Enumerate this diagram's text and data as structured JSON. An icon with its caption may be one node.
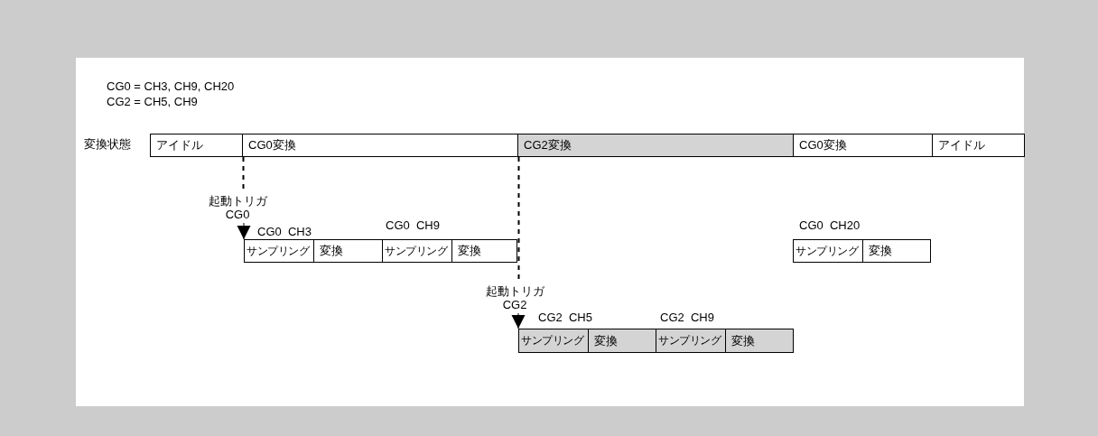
{
  "diagram": {
    "nodes": [
      {
        "text": [
          "アイドル"
        ]
      },
      {
        "text": [
          "CG0変換"
        ]
      },
      {
        "text": [
          "CG2変換"
        ]
      },
      {
        "text": [
          "CG0変換"
        ]
      },
      {
        "text": [
          "アイドル"
        ]
      },
      {
        "text": [
          "サンプリング"
        ]
      },
      {
        "text": [
          "変換"
        ]
      },
      {
        "text": [
          "サンプリング"
        ]
      },
      {
        "text": [
          "変換"
        ]
      },
      {
        "text": [
          "サンプリング"
        ]
      },
      {
        "text": [
          "変換"
        ]
      },
      {
        "text": [
          "サンプリング"
        ]
      },
      {
        "text": [
          "変換"
        ]
      },
      {
        "text": [
          "サンプリング"
        ]
      },
      {
        "text": [
          "変換"
        ]
      },
      {
        "text": [
          "起動トリガ CG0"
        ]
      },
      {
        "text": [
          "起動トリガ CG2"
        ]
      }
    ],
    "edges": [
      {
        "from": 1,
        "to": 15,
        "arrow": "none",
        "style": "dashed"
      },
      {
        "from": 2,
        "to": 16,
        "arrow": "none",
        "style": "dashed"
      },
      {
        "from": 15,
        "to": 5,
        "arrow": "to"
      },
      {
        "from": 16,
        "to": 11,
        "arrow": "to"
      }
    ],
    "labels": [
      "CG0 = CH3, CH9, CH20",
      "CG2 = CH5, CH9",
      "変換状態",
      "CG0  CH3",
      "CG0  CH9",
      "CG0  CH20",
      "CG2  CH5",
      "CG2  CH9"
    ]
  }
}
